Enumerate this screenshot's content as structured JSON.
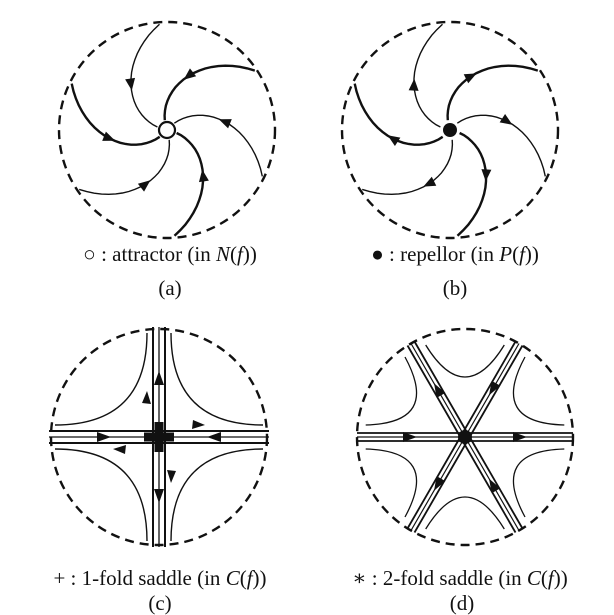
{
  "panels": [
    {
      "id": "a",
      "caption": {
        "symbol": "○",
        "text": " : attractor (in ",
        "set": "N",
        "func": "f",
        "close": ")"
      },
      "label": "(a)",
      "kind": "attractor"
    },
    {
      "id": "b",
      "caption": {
        "symbol": "●",
        "text": " : repellor (in ",
        "set": "P",
        "func": "f",
        "close": ")"
      },
      "label": "(b)",
      "kind": "repellor"
    },
    {
      "id": "c",
      "caption": {
        "symbol": "+",
        "text": " : 1-fold saddle (in ",
        "set": "C",
        "func": "f",
        "close": ")"
      },
      "label": "(c)",
      "kind": "saddle-1"
    },
    {
      "id": "d",
      "caption": {
        "symbol": "∗",
        "text": " : 2-fold saddle (in ",
        "set": "C",
        "func": "f",
        "close": ")"
      },
      "label": "(d)",
      "kind": "saddle-2"
    }
  ],
  "colors": {
    "ink": "#111111",
    "background": "#ffffff"
  }
}
